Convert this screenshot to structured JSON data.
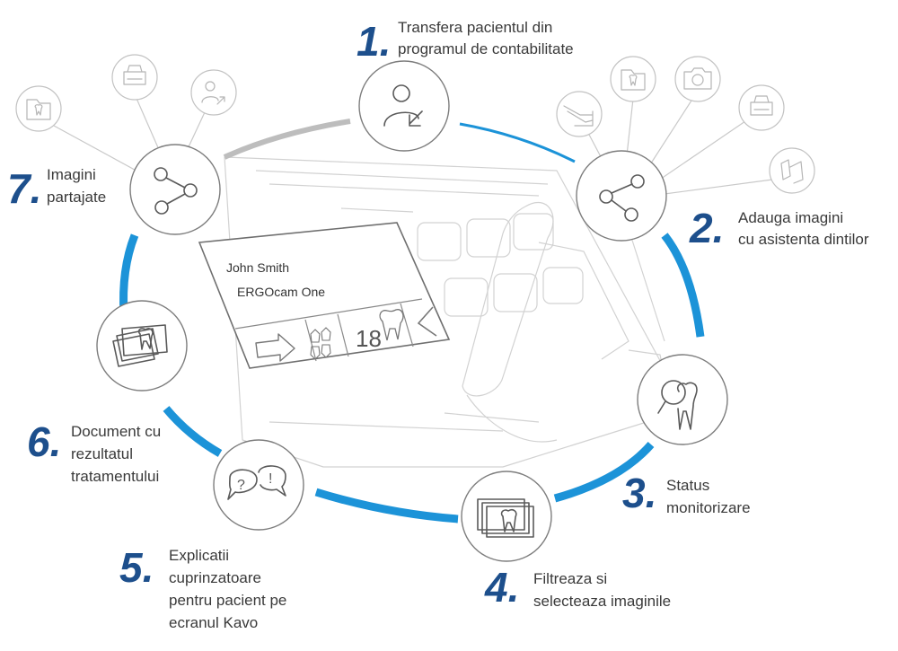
{
  "screen": {
    "patient_name": "John Smith",
    "device": "ERGOcam One",
    "tooth_number": "18"
  },
  "steps": [
    {
      "number": "1.",
      "lines": [
        "Transfera pacientul din",
        "programul de contabilitate"
      ]
    },
    {
      "number": "2.",
      "lines": [
        "Adauga imagini",
        "cu asistenta dintilor"
      ]
    },
    {
      "number": "3.",
      "lines": [
        "Status",
        "monitorizare"
      ]
    },
    {
      "number": "4.",
      "lines": [
        "Filtreaza si",
        "selecteaza imaginile"
      ]
    },
    {
      "number": "5.",
      "lines": [
        "Explicatii",
        "cuprinzatoare",
        "pentru pacient pe",
        "ecranul Kavo"
      ]
    },
    {
      "number": "6.",
      "lines": [
        "Document cu",
        "rezultatul",
        "tratamentului"
      ]
    },
    {
      "number": "7.",
      "lines": [
        "Imagini",
        "partajate"
      ]
    }
  ],
  "icons": {
    "step1": "user-import-icon",
    "step2": "share-icon",
    "step3": "tooth-magnifier-icon",
    "step4": "tooth-image-stack-icon",
    "step5": "speech-bubbles-icon",
    "step6": "tooth-documents-icon",
    "step7": "share-icon",
    "step2_sources": [
      "handpiece-icon",
      "tooth-folder-icon",
      "camera-icon",
      "printer-icon",
      "intraoral-camera-icon"
    ],
    "step7_targets": [
      "tooth-folder-icon",
      "printer-icon",
      "user-export-icon"
    ]
  },
  "colors": {
    "accent_blue": "#1c93d8",
    "number_blue": "#1d4f8c",
    "text": "#3a3a3a"
  }
}
